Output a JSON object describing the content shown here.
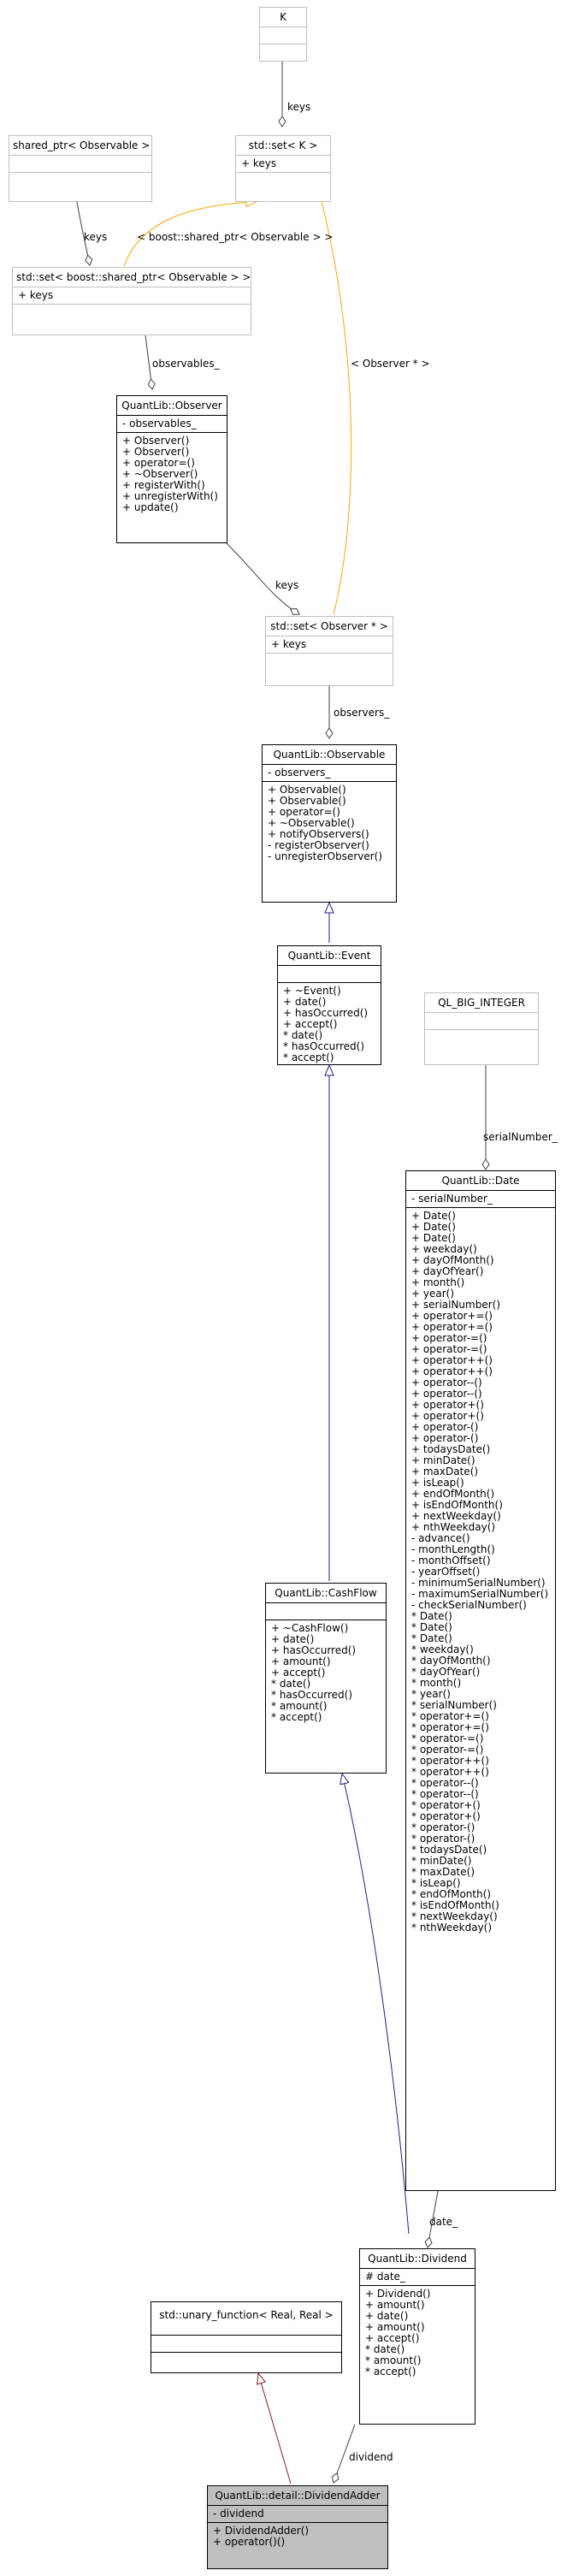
{
  "colors": {
    "inherit_public": "#1f1f8f",
    "inherit_protected": "#8b1a1a",
    "template": "#ffa500",
    "usage": "#404040"
  },
  "classes": {
    "K": {
      "title": "K",
      "attrs": [],
      "methods": []
    },
    "set_K": {
      "title": "std::set< K >",
      "attrs": [],
      "methods": [
        "+ keys"
      ]
    },
    "shared_ptr": {
      "title": "shared_ptr< Observable >",
      "attrs": [],
      "methods": []
    },
    "set_sp": {
      "title": "std::set< boost::shared_ptr< Observable > >",
      "attrs": [
        "+ keys"
      ],
      "methods": []
    },
    "observer": {
      "title": "QuantLib::Observer",
      "attrs": [
        "- observables_"
      ],
      "methods": [
        "+ Observer()",
        "+ Observer()",
        "+ operator=()",
        "+ ~Observer()",
        "+ registerWith()",
        "+ unregisterWith()",
        "+ update()"
      ]
    },
    "set_obs": {
      "title": "std::set< Observer * >",
      "attrs": [
        "+ keys"
      ],
      "methods": []
    },
    "observable": {
      "title": "QuantLib::Observable",
      "attrs": [
        "- observers_"
      ],
      "methods": [
        "+ Observable()",
        "+ Observable()",
        "+ operator=()",
        "+ ~Observable()",
        "+ notifyObservers()",
        "- registerObserver()",
        "- unregisterObserver()"
      ]
    },
    "event": {
      "title": "QuantLib::Event",
      "attrs": [],
      "methods": [
        "+ ~Event()",
        "+ date()",
        "+ hasOccurred()",
        "+ accept()",
        "* date()",
        "* hasOccurred()",
        "* accept()"
      ]
    },
    "ql_big": {
      "title": "QL_BIG_INTEGER",
      "attrs": [],
      "methods": []
    },
    "date": {
      "title": "QuantLib::Date",
      "attrs": [
        "- serialNumber_"
      ],
      "methods": [
        "+ Date()",
        "+ Date()",
        "+ Date()",
        "+ weekday()",
        "+ dayOfMonth()",
        "+ dayOfYear()",
        "+ month()",
        "+ year()",
        "+ serialNumber()",
        "+ operator+=()",
        "+ operator+=()",
        "+ operator-=()",
        "+ operator-=()",
        "+ operator++()",
        "+ operator++()",
        "+ operator--()",
        "+ operator--()",
        "+ operator+()",
        "+ operator+()",
        "+ operator-()",
        "+ operator-()",
        "+ todaysDate()",
        "+ minDate()",
        "+ maxDate()",
        "+ isLeap()",
        "+ endOfMonth()",
        "+ isEndOfMonth()",
        "+ nextWeekday()",
        "+ nthWeekday()",
        "- advance()",
        "- monthLength()",
        "- monthOffset()",
        "- yearOffset()",
        "- minimumSerialNumber()",
        "- maximumSerialNumber()",
        "- checkSerialNumber()",
        "* Date()",
        "* Date()",
        "* Date()",
        "* weekday()",
        "* dayOfMonth()",
        "* dayOfYear()",
        "* month()",
        "* year()",
        "* serialNumber()",
        "* operator+=()",
        "* operator+=()",
        "* operator-=()",
        "* operator-=()",
        "* operator++()",
        "* operator++()",
        "* operator--()",
        "* operator--()",
        "* operator+()",
        "* operator+()",
        "* operator-()",
        "* operator-()",
        "* todaysDate()",
        "* minDate()",
        "* maxDate()",
        "* isLeap()",
        "* endOfMonth()",
        "* isEndOfMonth()",
        "* nextWeekday()",
        "* nthWeekday()"
      ]
    },
    "cashflow": {
      "title": "QuantLib::CashFlow",
      "attrs": [],
      "methods": [
        "+ ~CashFlow()",
        "+ date()",
        "+ hasOccurred()",
        "+ amount()",
        "+ accept()",
        "* date()",
        "* hasOccurred()",
        "* amount()",
        "* accept()"
      ]
    },
    "dividend": {
      "title": "QuantLib::Dividend",
      "attrs": [
        "# date_"
      ],
      "methods": [
        "+ Dividend()",
        "+ amount()",
        "+ date()",
        "+ amount()",
        "+ accept()",
        "* date()",
        "* amount()",
        "* accept()"
      ]
    },
    "unary": {
      "title": "std::unary_function< Real, Real >",
      "attrs": [],
      "methods": []
    },
    "adder": {
      "title": "QuantLib::detail::DividendAdder",
      "attrs": [
        "- dividend"
      ],
      "methods": [
        "+ DividendAdder()",
        "+ operator()()"
      ]
    }
  },
  "edge_labels": {
    "keys_K": "keys",
    "keys_sp": "keys",
    "sp_template": "< boost::shared_ptr< Observable > >",
    "observables": "observables_",
    "keys_obs": "keys",
    "obs_template": "< Observer * >",
    "observers": "observers_",
    "serialNumber": "serialNumber_",
    "date_rel": "date_",
    "dividend_rel": "dividend"
  }
}
